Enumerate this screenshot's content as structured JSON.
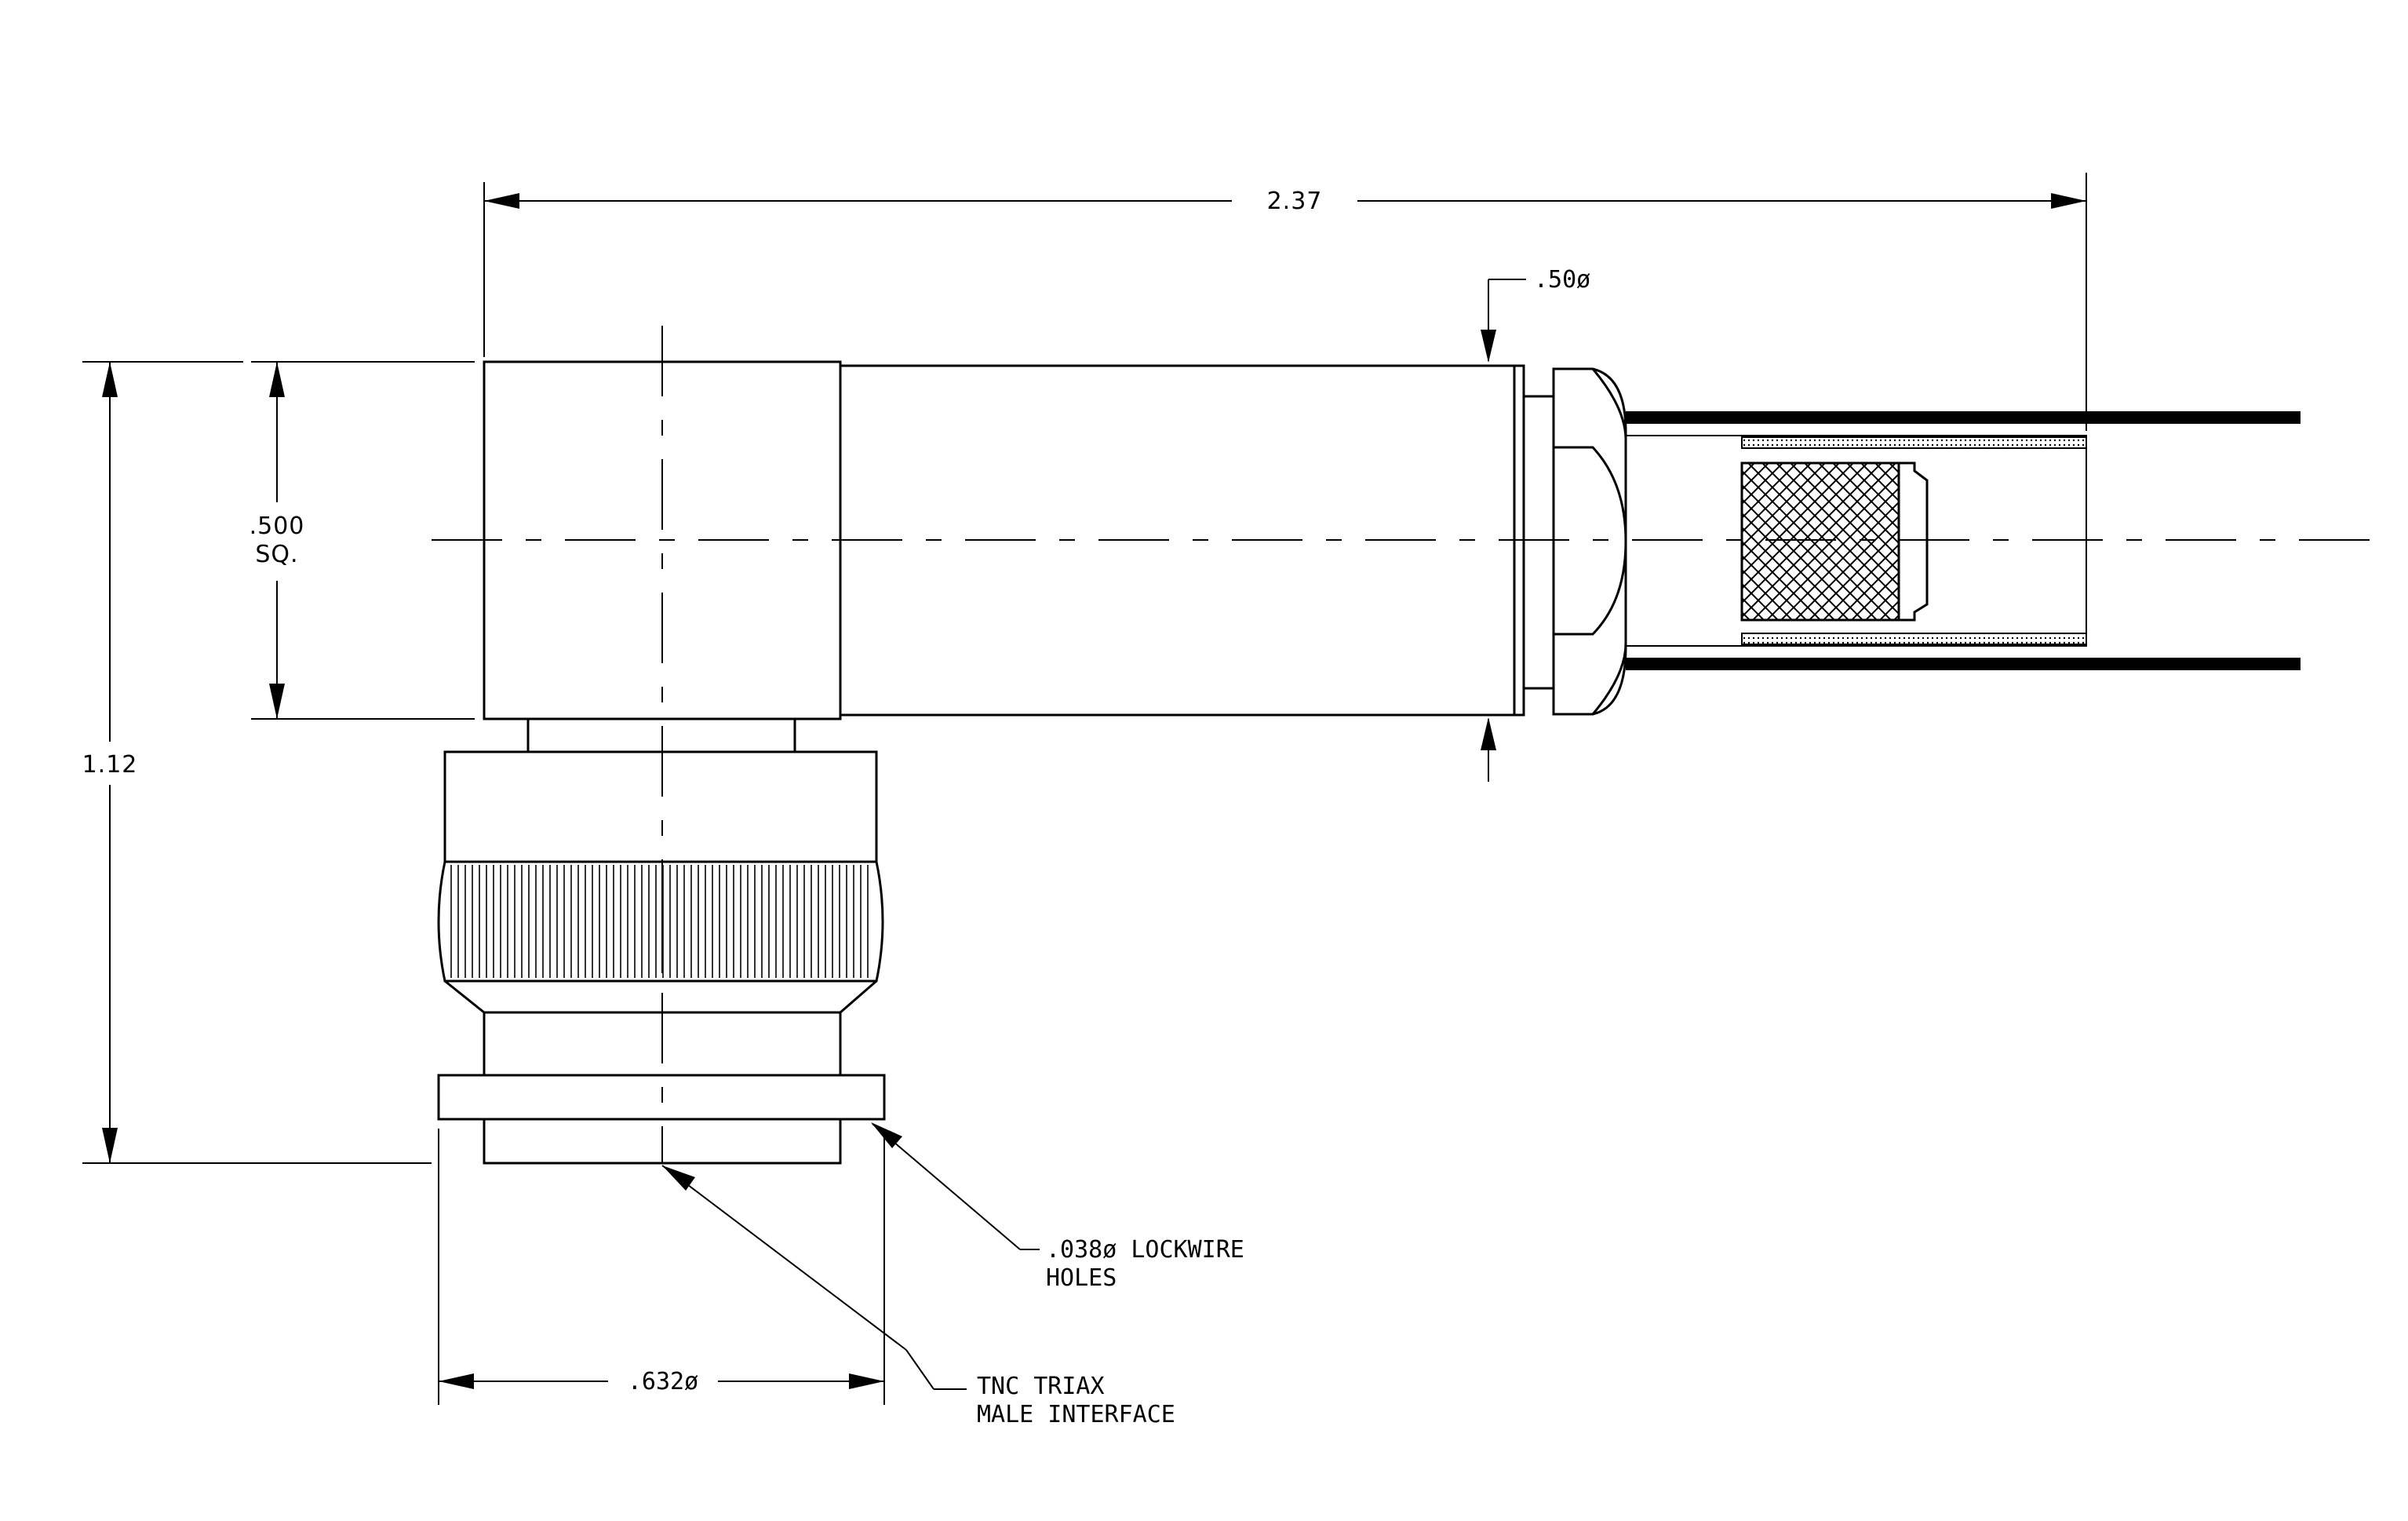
{
  "dimensions": {
    "overall_length": "2.37",
    "cable_diameter": ".50ø",
    "square_size_line1": ".500",
    "square_size_line2": "SQ.",
    "overall_height": "1.12",
    "interface_diameter": ".632ø"
  },
  "callouts": {
    "lockwire_line1": ".038ø LOCKWIRE",
    "lockwire_line2": "HOLES",
    "interface_line1": "TNC TRIAX",
    "interface_line2": "MALE INTERFACE"
  }
}
